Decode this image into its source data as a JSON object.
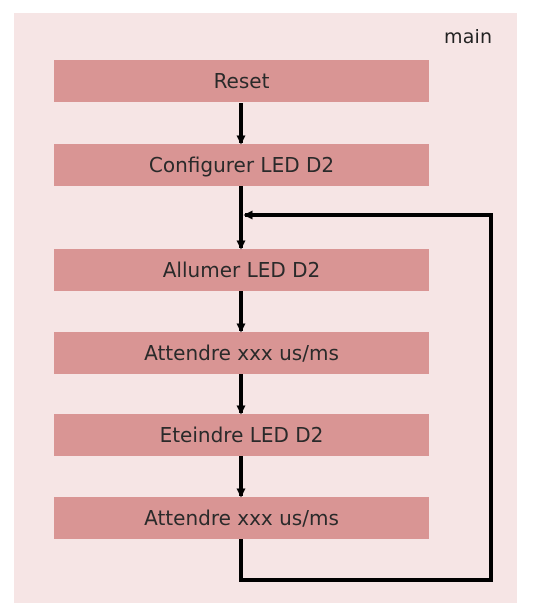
{
  "diagram": {
    "frame_label": "main",
    "steps": [
      "Reset",
      "Configurer LED D2",
      "Allumer LED D2",
      "Attendre xxx us/ms",
      "Eteindre LED D2",
      "Attendre xxx us/ms"
    ],
    "loop": {
      "from_step": 5,
      "to_step": 2
    },
    "colors": {
      "frame_background": "#f6e5e5",
      "step_fill": "#d99594",
      "arrow": "#000000"
    }
  }
}
